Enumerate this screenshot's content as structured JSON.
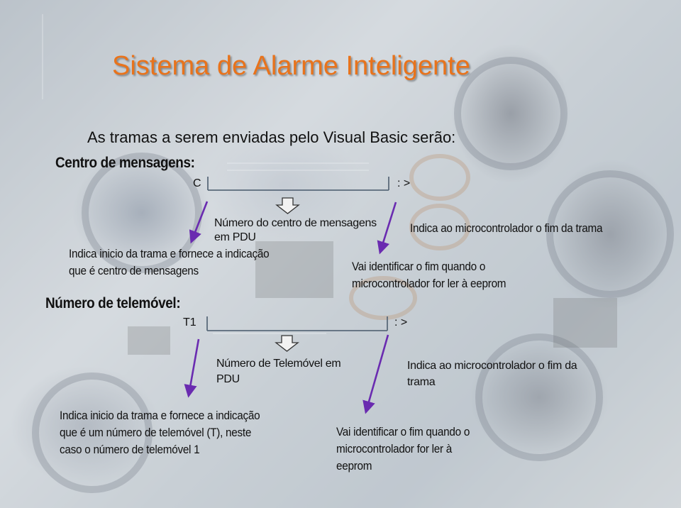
{
  "title": "Sistema de Alarme Inteligente",
  "subtitle": "As tramas a serem enviadas pelo Visual Basic serão:",
  "colors": {
    "title": "#e8731c",
    "arrow": "#6a2bb0",
    "bracket": "#5a6a7a"
  },
  "section1": {
    "heading": "Centro de mensagens:",
    "frame_start": "C",
    "frame_end": ": >",
    "center_label_line1": "Número do centro de mensagens",
    "center_label_line2": "em PDU",
    "start_label_line1": "Indica inicio da trama e fornece a indicação",
    "start_label_line2": "que é centro de mensagens",
    "end_label": "Indica ao microcontrolador o  fim da trama",
    "read_label_line1": "Vai identificar o fim quando o",
    "read_label_line2": "microcontrolador for ler à eeprom"
  },
  "section2": {
    "heading": "Número de telemóvel:",
    "frame_start": "T1",
    "frame_end": ": >",
    "center_label_line1": "Número de Telemóvel em",
    "center_label_line2": "PDU",
    "end_label_line1": "Indica ao microcontrolador o  fim da",
    "end_label_line2": "trama",
    "start_label_line1": "Indica inicio da trama e fornece a indicação",
    "start_label_line2": "que é um número de telemóvel (T), neste",
    "start_label_line3": "caso o número de telemóvel 1",
    "read_label_line1": "Vai identificar o fim quando o",
    "read_label_line2": "microcontrolador for ler à",
    "read_label_line3": "eeprom"
  }
}
